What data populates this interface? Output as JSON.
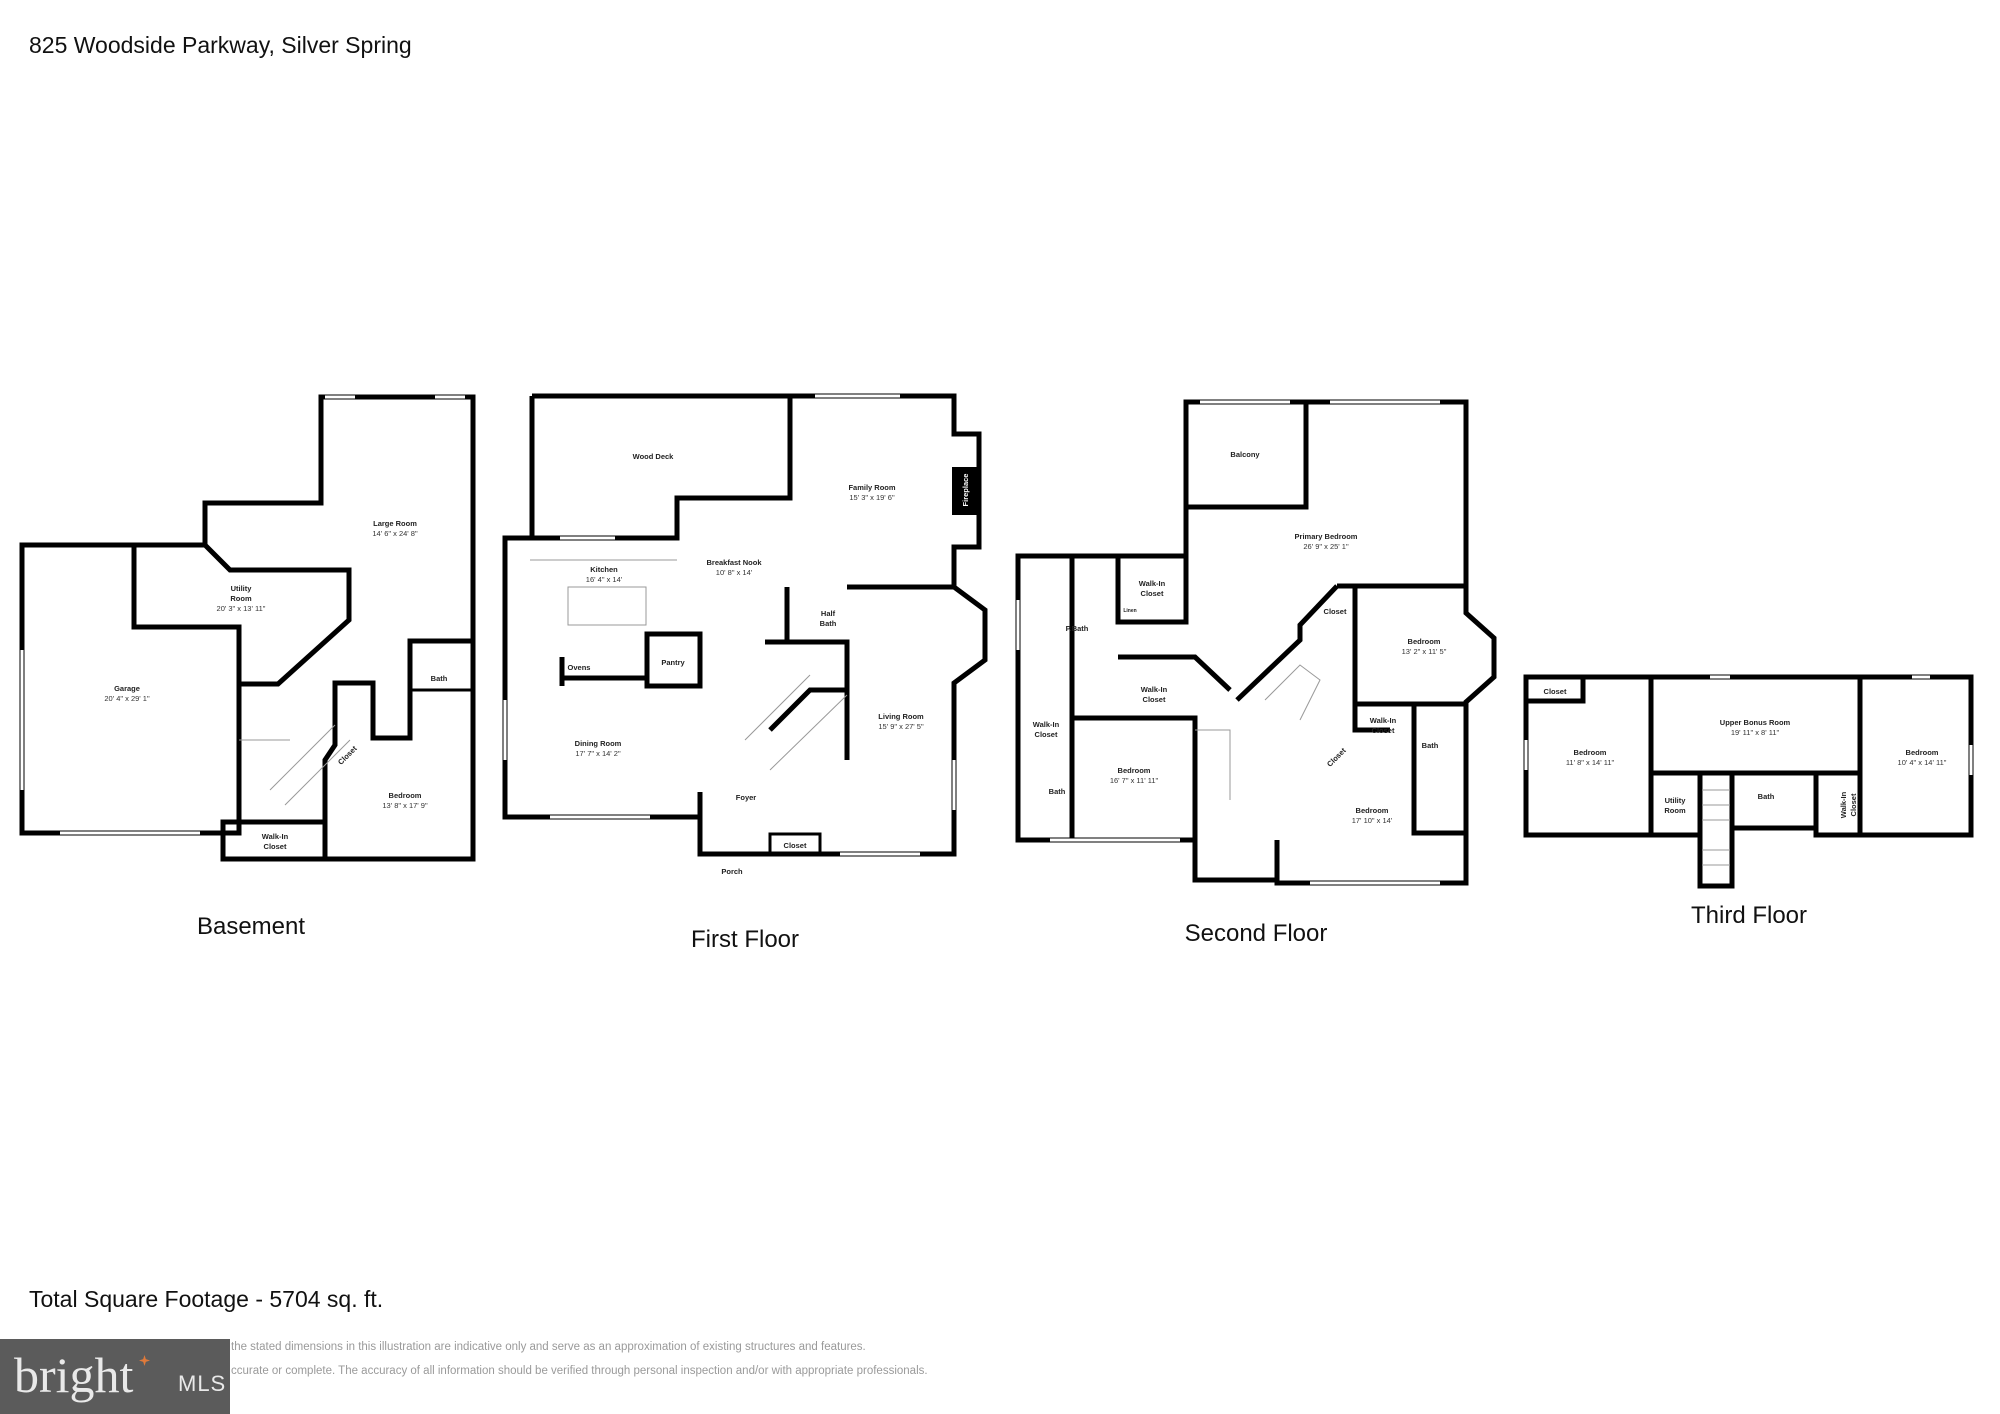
{
  "header": {
    "title": "825 Woodside Parkway, Silver Spring"
  },
  "footer": {
    "total_square_footage": "Total Square Footage - 5704 sq. ft.",
    "disclaimer_line1": "the stated dimensions in this illustration are indicative only and serve as an approximation of existing structures and features.",
    "disclaimer_line2": "ccurate or complete. The accuracy of all information should be verified through personal inspection and/or with appropriate professionals.",
    "logo": {
      "word": "bright",
      "suffix": "MLS",
      "accent_color": "#e07a3a",
      "background": "#5b5b5b"
    }
  },
  "floors": {
    "basement": {
      "title": "Basement",
      "rooms": {
        "large_room": {
          "name": "Large Room",
          "dims": "14' 6\" x 24' 8\""
        },
        "utility_room_1": {
          "name": "Utility"
        },
        "utility_room_2": {
          "name": "Room",
          "dims": "20' 3\" x 13' 11\""
        },
        "garage": {
          "name": "Garage",
          "dims": "20' 4\" x 29' 1\""
        },
        "bath": {
          "name": "Bath"
        },
        "closet": {
          "name": "Closet"
        },
        "walkin_1": {
          "name": "Walk-In"
        },
        "walkin_2": {
          "name": "Closet"
        },
        "bedroom": {
          "name": "Bedroom",
          "dims": "13' 8\" x 17' 9\""
        }
      }
    },
    "first": {
      "title": "First Floor",
      "rooms": {
        "wood_deck": {
          "name": "Wood Deck"
        },
        "family_room": {
          "name": "Family Room",
          "dims": "15' 3\" x 19' 6\""
        },
        "fireplace": {
          "name": "Fireplace"
        },
        "kitchen": {
          "name": "Kitchen",
          "dims": "16' 4\" x 14'"
        },
        "breakfast_nook": {
          "name": "Breakfast Nook",
          "dims": "10' 8\" x 14'"
        },
        "half_bath_1": {
          "name": "Half"
        },
        "half_bath_2": {
          "name": "Bath"
        },
        "pantry": {
          "name": "Pantry"
        },
        "ovens": {
          "name": "Ovens"
        },
        "dining_room": {
          "name": "Dining Room",
          "dims": "17' 7\" x 14' 2\""
        },
        "living_room": {
          "name": "Living Room",
          "dims": "15' 9\" x 27' 5\""
        },
        "foyer": {
          "name": "Foyer"
        },
        "closet": {
          "name": "Closet"
        },
        "porch": {
          "name": "Porch"
        }
      }
    },
    "second": {
      "title": "Second Floor",
      "rooms": {
        "balcony": {
          "name": "Balcony"
        },
        "primary_bedroom": {
          "name": "Primary Bedroom",
          "dims": "26' 9\" x 25' 1\""
        },
        "walkin_a1": {
          "name": "Walk-In"
        },
        "walkin_a2": {
          "name": "Closet"
        },
        "linen": {
          "name": "Linen"
        },
        "pbath": {
          "name": "P.Bath"
        },
        "closet_a": {
          "name": "Closet"
        },
        "bedroom_a": {
          "name": "Bedroom",
          "dims": "13' 2\" x 11' 5\""
        },
        "walkin_b1": {
          "name": "Walk-In"
        },
        "walkin_b2": {
          "name": "Closet"
        },
        "walkin_c1": {
          "name": "Walk-In"
        },
        "walkin_c2": {
          "name": "Closet"
        },
        "bedroom_b": {
          "name": "Bedroom",
          "dims": "16' 7\" x 11' 11\""
        },
        "walkin_d1": {
          "name": "Walk-In"
        },
        "walkin_d2": {
          "name": "Closet"
        },
        "bath_a": {
          "name": "Bath"
        },
        "bath_b": {
          "name": "Bath"
        },
        "closet_b": {
          "name": "Closet"
        },
        "bedroom_c": {
          "name": "Bedroom",
          "dims": "17' 10\" x 14'"
        }
      }
    },
    "third": {
      "title": "Third Floor",
      "rooms": {
        "closet": {
          "name": "Closet"
        },
        "bedroom_a": {
          "name": "Bedroom",
          "dims": "11' 8\" x 14' 11\""
        },
        "bonus": {
          "name": "Upper Bonus Room",
          "dims": "19' 11\" x 8' 11\""
        },
        "bedroom_b": {
          "name": "Bedroom",
          "dims": "10' 4\" x 14' 11\""
        },
        "utility_1": {
          "name": "Utility"
        },
        "utility_2": {
          "name": "Room"
        },
        "bath": {
          "name": "Bath"
        },
        "walkin_1": {
          "name": "Walk-In"
        },
        "walkin_2": {
          "name": "Closet"
        }
      }
    }
  }
}
